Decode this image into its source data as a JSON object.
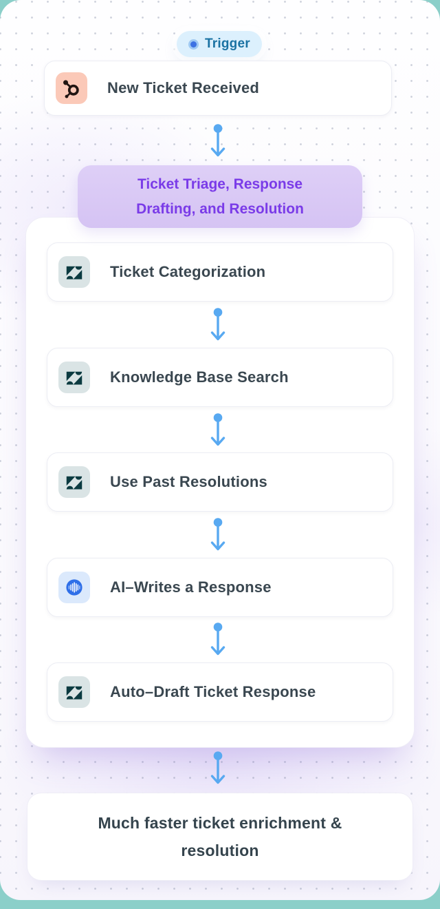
{
  "trigger": {
    "label": "Trigger"
  },
  "trigger_card": {
    "label": "New Ticket Received",
    "icon": "hubspot"
  },
  "banner": {
    "line1": "Ticket Triage, Response",
    "line2": "Drafting, and Resolution"
  },
  "steps": [
    {
      "label": "Ticket Categorization",
      "icon": "zendesk"
    },
    {
      "label": "Knowledge Base Search",
      "icon": "zendesk"
    },
    {
      "label": "Use Past Resolutions",
      "icon": "zendesk"
    },
    {
      "label": "AI–Writes a Response",
      "icon": "ai-waveform"
    },
    {
      "label": "Auto–Draft Ticket Response",
      "icon": "zendesk"
    }
  ],
  "outcome_card": {
    "line1": "Much faster ticket enrichment &",
    "line2": "resolution"
  },
  "colors": {
    "page_edge_teal": "#8BCFC9",
    "arrow_blue": "#58A9F1",
    "banner_bg": "#D9C8F5",
    "banner_text": "#7A3BE8",
    "trigger_bg": "#DCF0FD",
    "trigger_text": "#1A72A3",
    "hubspot_tile": "#FBC9B8",
    "zendesk_tile": "#DAE4E5",
    "zendesk_mark": "#0B3A40",
    "ai_tile": "#DBE9FC",
    "ai_circle_blue": "#2F6FE8",
    "card_title": "#3A4750"
  }
}
